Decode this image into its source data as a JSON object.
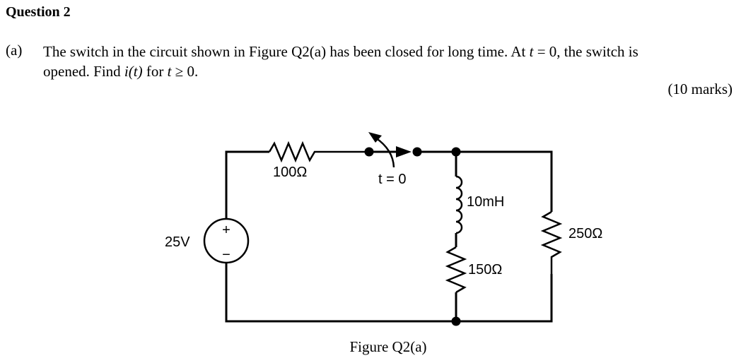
{
  "question": {
    "title": "Question 2",
    "part_label": "(a)",
    "text_line1_a": "The switch in the circuit shown in Figure Q2(a) has been closed for long time. At ",
    "text_line1_var": "t",
    "text_line1_b": " = 0, the switch is",
    "text_line2_a": "opened. Find ",
    "text_line2_func": "i",
    "text_line2_paren": "(t)",
    "text_line2_b": " for ",
    "text_line2_var": "t",
    "text_line2_c": " ≥ 0.",
    "marks": "(10 marks)"
  },
  "figure": {
    "caption": "Figure Q2(a)",
    "source_label": "25V",
    "source_plus": "+",
    "source_minus": "−",
    "r1_label": "100Ω",
    "switch_label": "t = 0",
    "inductor_label": "10mH",
    "r2_label": "150Ω",
    "r3_label": "250Ω"
  }
}
